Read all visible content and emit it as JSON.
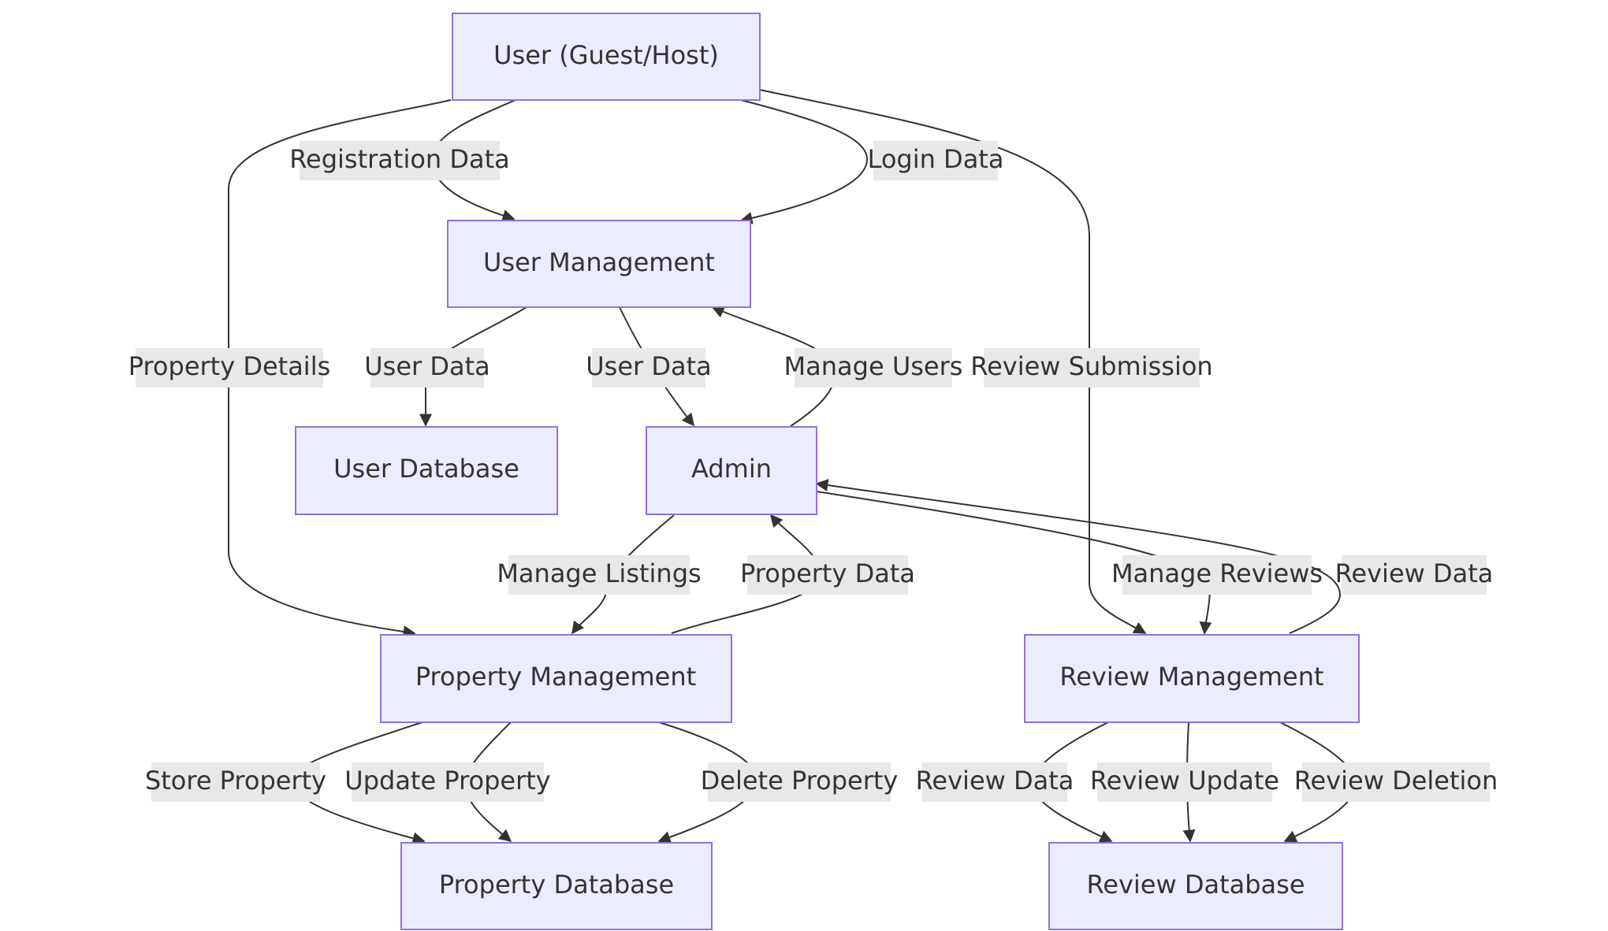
{
  "nodes": [
    {
      "id": "user",
      "label": "User (Guest/Host)"
    },
    {
      "id": "user_mgmt",
      "label": "User Management"
    },
    {
      "id": "user_db",
      "label": "User Database"
    },
    {
      "id": "admin",
      "label": "Admin"
    },
    {
      "id": "prop_mgmt",
      "label": "Property Management"
    },
    {
      "id": "review_mgmt",
      "label": "Review Management"
    },
    {
      "id": "prop_db",
      "label": "Property Database"
    },
    {
      "id": "review_db",
      "label": "Review Database"
    }
  ],
  "edges": [
    {
      "id": "reg",
      "label": "Registration Data",
      "from": "user",
      "to": "user_mgmt"
    },
    {
      "id": "login",
      "label": "Login Data",
      "from": "user",
      "to": "user_mgmt"
    },
    {
      "id": "propdet",
      "label": "Property Details",
      "from": "user",
      "to": "prop_mgmt"
    },
    {
      "id": "revsub",
      "label": "Review Submission",
      "from": "user",
      "to": "review_mgmt"
    },
    {
      "id": "udata1",
      "label": "User Data",
      "from": "user_mgmt",
      "to": "user_db"
    },
    {
      "id": "udata2",
      "label": "User Data",
      "from": "user_mgmt",
      "to": "admin"
    },
    {
      "id": "manusers",
      "label": "Manage Users",
      "from": "admin",
      "to": "user_mgmt"
    },
    {
      "id": "manlist",
      "label": "Manage Listings",
      "from": "admin",
      "to": "prop_mgmt"
    },
    {
      "id": "propdata",
      "label": "Property Data",
      "from": "prop_mgmt",
      "to": "admin"
    },
    {
      "id": "manrev",
      "label": "Manage Reviews",
      "from": "admin",
      "to": "review_mgmt"
    },
    {
      "id": "revdata1",
      "label": "Review Data",
      "from": "review_mgmt",
      "to": "admin"
    },
    {
      "id": "store",
      "label": "Store Property",
      "from": "prop_mgmt",
      "to": "prop_db"
    },
    {
      "id": "update",
      "label": "Update Property",
      "from": "prop_mgmt",
      "to": "prop_db"
    },
    {
      "id": "delete",
      "label": "Delete Property",
      "from": "prop_mgmt",
      "to": "prop_db"
    },
    {
      "id": "revdata2",
      "label": "Review Data",
      "from": "review_mgmt",
      "to": "review_db"
    },
    {
      "id": "revupd",
      "label": "Review Update",
      "from": "review_mgmt",
      "to": "review_db"
    },
    {
      "id": "revdel",
      "label": "Review Deletion",
      "from": "review_mgmt",
      "to": "review_db"
    }
  ],
  "colors": {
    "node_fill": "#ececff",
    "node_stroke": "#9370db",
    "edge": "#333333",
    "label_background": "#e8e8e8",
    "text": "#333333"
  }
}
